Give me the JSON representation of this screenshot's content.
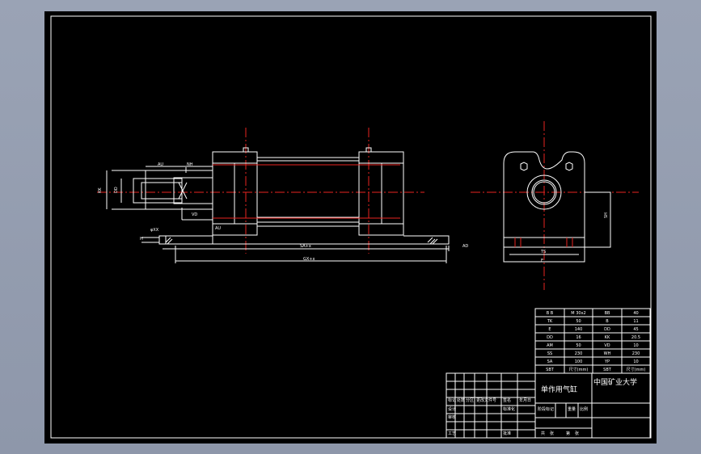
{
  "title_block": {
    "part_name": "单作用气缸",
    "school": "中国矿业大学",
    "labels": [
      "标记",
      "处数",
      "分区",
      "更改文件号",
      "签名",
      "年月日",
      "设计",
      "标准化",
      "阶段标记",
      "重量",
      "比例",
      "审核",
      "工艺",
      "批准",
      "共",
      "张",
      "第",
      "张"
    ]
  },
  "param_table": {
    "rows": [
      [
        "B B",
        "M 30x2",
        "BB",
        "40"
      ],
      [
        "TK",
        "50",
        "B",
        "11"
      ],
      [
        "E",
        "140",
        "DD",
        "45"
      ],
      [
        "DD",
        "16",
        "KK",
        "20.5"
      ],
      [
        "AM",
        "50",
        "VD",
        "10"
      ],
      [
        "SS",
        "230",
        "WH",
        "230"
      ],
      [
        "SA",
        "100",
        "YP",
        "10"
      ],
      [
        "SBT",
        "尺寸(mm)",
        "SBT",
        "尺寸(mm)"
      ]
    ]
  },
  "drawing_labels": {
    "au_top": "AU",
    "nh": "NH",
    "au_bottom": "AU",
    "vd": "VD",
    "kk": "KK",
    "dd": "DD",
    "pos": "φXX",
    "h": "H",
    "ad": "AD",
    "sa": "SA+x",
    "gx": "GX+x",
    "ts": "TS",
    "e": "E",
    "sh": "SH"
  }
}
